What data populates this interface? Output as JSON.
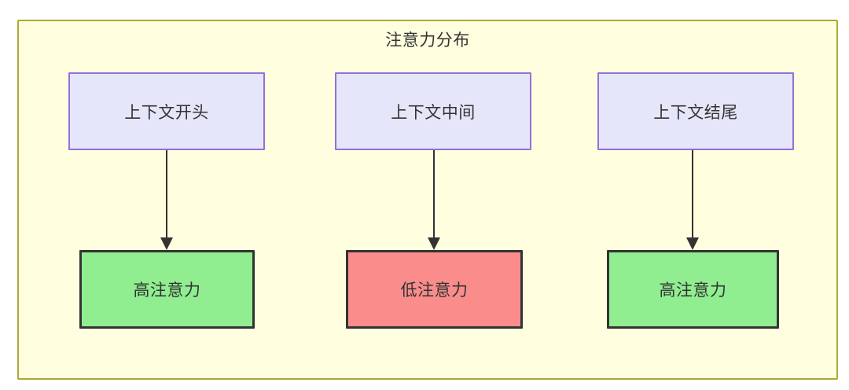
{
  "diagram": {
    "title": "注意力分布",
    "type": "flowchart",
    "container": {
      "fill": "#ffffe0",
      "border": "#aaaa33"
    },
    "context_nodes": [
      {
        "id": "ctx-start",
        "label": "上下文开头",
        "fill": "#e6e6fa",
        "border": "#9370db"
      },
      {
        "id": "ctx-middle",
        "label": "上下文中间",
        "fill": "#e6e6fa",
        "border": "#9370db"
      },
      {
        "id": "ctx-end",
        "label": "上下文结尾",
        "fill": "#e6e6fa",
        "border": "#9370db"
      }
    ],
    "attention_nodes": [
      {
        "id": "att-high-1",
        "label": "高注意力",
        "fill": "#90ee90",
        "border": "#333333"
      },
      {
        "id": "att-low",
        "label": "低注意力",
        "fill": "#fa8c8c",
        "border": "#333333"
      },
      {
        "id": "att-high-2",
        "label": "高注意力",
        "fill": "#90ee90",
        "border": "#333333"
      }
    ],
    "edges": [
      {
        "from": "ctx-start",
        "to": "att-high-1",
        "label": "",
        "arrow": "arrow-down-icon"
      },
      {
        "from": "ctx-middle",
        "to": "att-low",
        "label": "",
        "arrow": "arrow-down-icon"
      },
      {
        "from": "ctx-end",
        "to": "att-high-2",
        "label": "",
        "arrow": "arrow-down-icon"
      }
    ]
  }
}
